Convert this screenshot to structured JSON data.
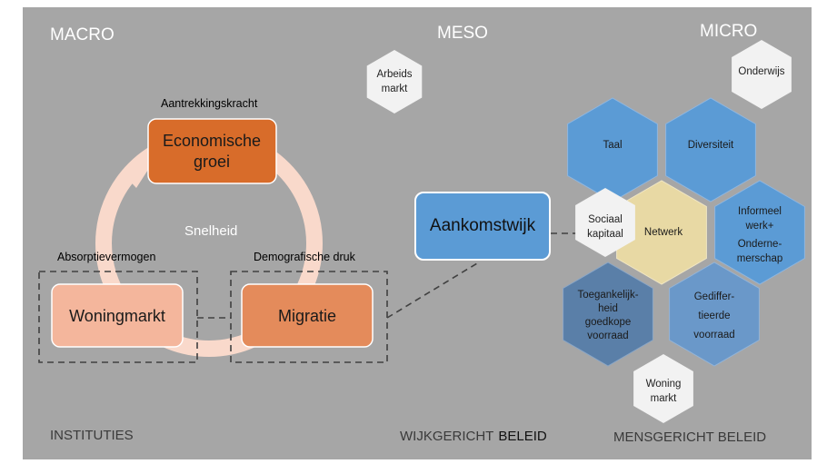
{
  "levels": {
    "macro": "MACRO",
    "meso": "MESO",
    "micro": "MICRO"
  },
  "footer": {
    "instituties": "INSTITUTIES",
    "wijk_prefix": "WIJKGERICHT",
    "wijk_bold": "BELEID",
    "mens": "MENSGERICHT BELEID"
  },
  "cycle": {
    "top_caption": "Aantrekkingskracht",
    "left_caption": "Absorptievermogen",
    "right_caption": "Demografische  druk",
    "center_label": "Snelheid",
    "economic": [
      "Economische",
      "groei"
    ],
    "housing": "Woningmarkt",
    "migration": "Migratie"
  },
  "arrival": "Aankomstwijk",
  "hexagons": {
    "arbeidsmarkt": [
      "Arbeids",
      "markt"
    ],
    "onderwijs": [
      "Onderwijs"
    ],
    "taal": [
      "Taal"
    ],
    "diversiteit": [
      "Diversiteit"
    ],
    "netwerk": [
      "Netwerk"
    ],
    "sociaal": [
      "Sociaal",
      "kapitaal"
    ],
    "informeel": [
      "Informeel",
      "werk+",
      "Onderne-",
      "merschap"
    ],
    "toegankelijk": [
      "Toegankelijk-",
      "heid",
      "goedkope",
      "voorraad"
    ],
    "gedifferentieerd": [
      "Gediffer-",
      "tieerde",
      "voorraad"
    ],
    "woningmarkt": [
      "Woning",
      "markt"
    ]
  },
  "colors": {
    "background": "#a6a6a6",
    "economic": "#d86c2a",
    "migration": "#e48b5b",
    "housing": "#f4b69c",
    "cycle_arrow": "#f9d9cb",
    "arrival": "#5b9bd5",
    "hex_blue": "#5b9bd5",
    "hex_mid_blue": "#6a98c9",
    "hex_dark_blue": "#5a7fa8",
    "hex_netwerk": "#e8d9a4",
    "hex_white": "#f2f2f2"
  }
}
